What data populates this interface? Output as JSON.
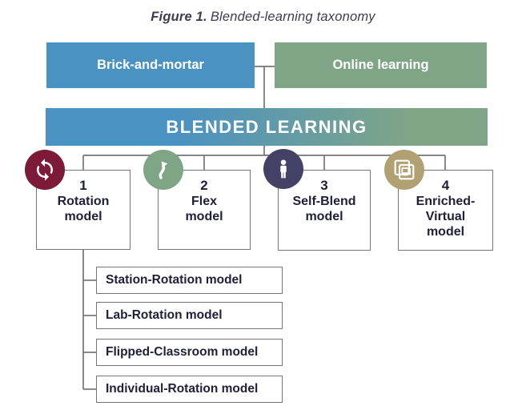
{
  "figure": {
    "label": "Figure 1.",
    "caption": "Blended-learning taxonomy"
  },
  "parents": {
    "brick_and_mortar": "Brick-and-mortar",
    "online_learning": "Online learning"
  },
  "banner": {
    "label": "BLENDED LEARNING"
  },
  "models": [
    {
      "number": "1",
      "name": "Rotation\nmodel",
      "icon": "rotation-arrows-icon",
      "color": "#7c1a37"
    },
    {
      "number": "2",
      "name": "Flex\nmodel",
      "icon": "flex-curved-arrow-icon",
      "color": "#7fa587"
    },
    {
      "number": "3",
      "name": "Self-Blend\nmodel",
      "icon": "person-icon",
      "color": "#434166"
    },
    {
      "number": "4",
      "name": "Enriched-\nVirtual\nmodel",
      "icon": "virtual-screens-icon",
      "color": "#b1a172"
    }
  ],
  "rotation_submodels": [
    {
      "label": "Station-Rotation model"
    },
    {
      "label": "Lab-Rotation model"
    },
    {
      "label": "Flipped-Classroom model"
    },
    {
      "label": "Individual-Rotation model"
    }
  ],
  "colors": {
    "brand-blue": "#4a92c2",
    "brand-green": "#7fa587",
    "maroon": "#7c1a37",
    "navy": "#434166",
    "tan": "#b1a172",
    "line-gray": "#757575",
    "text-dark": "#20203a",
    "title-color": "#3d3d52"
  }
}
